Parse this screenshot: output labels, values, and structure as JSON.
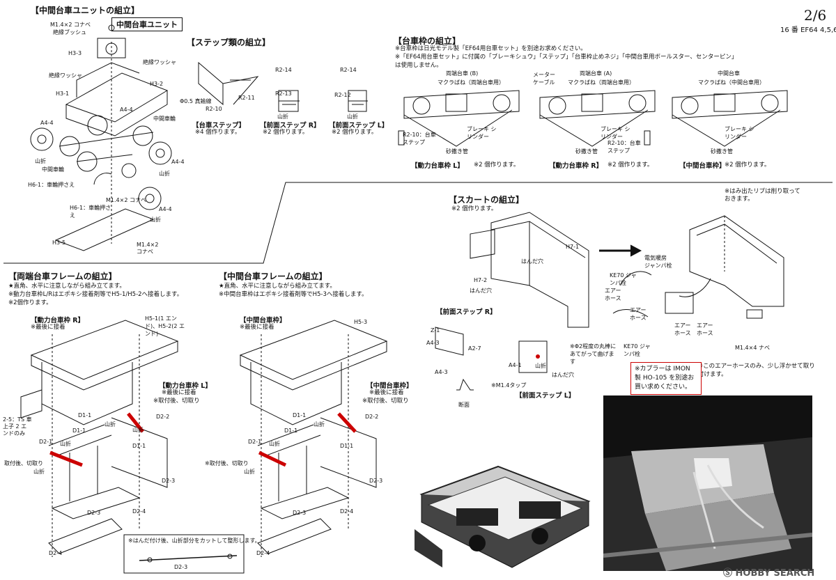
{
  "page": {
    "number": "2/6",
    "subtitle": "16 番 EF64 4,5,6"
  },
  "unit": {
    "title": "【中間台車ユニットの組立】",
    "box": "中間台車ユニット",
    "labels": [
      "M1.4×2 コナベ",
      "絶縁ブッシュ",
      "H3-3",
      "絶縁ワッシャ",
      "絶縁ワッシャ",
      "H3-2",
      "H3-1",
      "A4-4",
      "中間車輪",
      "A4-4",
      "山折",
      "中間車輪",
      "A4-4",
      "山折",
      "H6-1：車輪押さえ",
      "M1.4×2 コナベ",
      "H6-1：車輪押さえ",
      "A4-4",
      "山折",
      "H3-5",
      "M1.4×2 コナベ"
    ]
  },
  "steps": {
    "title": "【ステップ類の組立】",
    "labels": [
      "Φ0.5 真鍮線",
      "R2-10",
      "R2-11",
      "R2-14",
      "R2-13",
      "山折",
      "R2-14",
      "R2-12",
      "山折"
    ],
    "parts": [
      {
        "caption": "【台車ステップ】",
        "note": "※4 個作ります。"
      },
      {
        "caption": "【前面ステップ R】",
        "note": "※2 個作ります。"
      },
      {
        "caption": "【前面ステップ L】",
        "note": "※2 個作ります。"
      }
    ]
  },
  "bogie_frame": {
    "title": "【台車枠の組立】",
    "notes": [
      "※台車枠は日光モデル製「EF64用台車セット」を別途お求めください。",
      "※「EF64用台車セット」に付属の「ブレーキシュウ」「ステップ」「台車枠止めネジ」「中間台車用ボールスター、センターピン」",
      "は使用しません。"
    ],
    "labels": [
      "両端台車 (B)",
      "マクラばね（両端台車用）",
      "R2-10：台車ステップ",
      "ブレーキ シリンダー",
      "砂撒き管",
      "メーター ケーブル",
      "両端台車 (A)",
      "マクラばね（両端台車用）",
      "ブレーキ シリンダー",
      "R2-10：台車ステップ",
      "砂撒き管",
      "中間台車",
      "マクラばね（中間台車用）",
      "ブレーキ シリンダー",
      "砂撒き管"
    ],
    "parts": [
      {
        "caption": "【動力台車枠 L】",
        "note": "※2 個作ります。"
      },
      {
        "caption": "【動力台車枠 R】",
        "note": "※2 個作ります。"
      },
      {
        "caption": "【中間台車枠】",
        "note": "※2 個作ります。"
      }
    ]
  },
  "skirt": {
    "title": "【スカートの組立】",
    "note": "※2 個作ります。",
    "labels": [
      "H7-1",
      "はんだ穴",
      "H7-2",
      "はんだ穴",
      "【前面ステップ R】",
      "Z-1",
      "A4-3",
      "A2-7",
      "A4-3",
      "A4-1",
      "山折",
      "はんだ穴",
      "※Φ2程度の丸棒にあてがって曲げます",
      "※M1.4タップ",
      "断面",
      "【前面ステップ L】"
    ],
    "right_labels": [
      "※はみ出たリブは削り取っておきます。",
      "電気暖房 ジャンパ栓",
      "KE70 ジャンパ栓",
      "エアー ホース",
      "エアー ホース",
      "エアー ホース",
      "エアー ホース",
      "KE70 ジャンパ栓",
      "M1.4×4 ナベ",
      "※このエアーホースのみ、少し浮かせて取り付けます。"
    ],
    "coupler_note": "※カプラーは IMON 製 HO-105 を別途お買い求めください。"
  },
  "end_frame": {
    "title": "【両端台車フレームの組立】",
    "notes": [
      "★直角、水平に注意しながら組み立てます。",
      "※動力台車枠L/Rはエポキシ接着剤等でH5-1/H5-2へ接着します。",
      "※2個作ります。"
    ],
    "labels": [
      "【動力台車枠 R】",
      "※最後に接着",
      "H5-1(1 エンド)、H5-2(2 エンド)",
      "【動力台車枠 L】",
      "※最後に接着",
      "※取付後、切取り",
      "D1-1",
      "山折",
      "D2-2",
      "D1-1",
      "山折",
      "D1-1",
      "D2-1",
      "山折",
      "取付後、切取り",
      "山折",
      "D2-3",
      "D2-3",
      "D2-4",
      "D2-4",
      "2-5：TS 車上子 2 エンドのみ"
    ]
  },
  "mid_frame": {
    "title": "【中間台車フレームの組立】",
    "notes": [
      "★直角、水平に注意しながら組み立てます。",
      "※中間台車枠はエポキシ接着剤等でH5-3へ接着します。"
    ],
    "labels": [
      "【中間台車枠】",
      "※最後に接着",
      "H5-3",
      "【中間台車枠】",
      "※最後に接着",
      "※取付後、切取り",
      "D1-1",
      "D1-1",
      "山折",
      "D2-2",
      "D2-1",
      "山折",
      "D1-1",
      "※取付後、切取り",
      "山折",
      "D2-3",
      "D2-3",
      "D2-4",
      "D2-4"
    ]
  },
  "cut_note": {
    "text": "※はんだ付け後、山折部分をカットして整形します。",
    "label": "D2-3"
  },
  "watermark": "HOBBY SEARCH",
  "colors": {
    "ink": "#111111",
    "red": "#cc0000",
    "photo": "#1a1a1a"
  }
}
